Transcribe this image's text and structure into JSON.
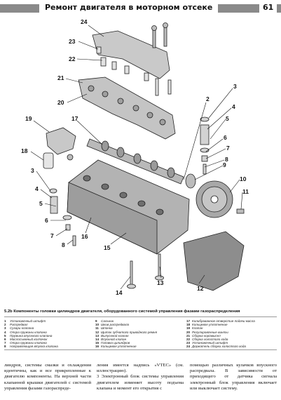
{
  "header": {
    "title": "Ремонт двигателя в моторном отсеке",
    "page_number": "61"
  },
  "diagram": {
    "figure_id": "5.2b",
    "caption": "5.2b Компоненты головки цилиндров двигателя, оборудованного системой управления фазами газораспределения",
    "callouts": [
      "24",
      "23",
      "22",
      "21",
      "20",
      "19",
      "18",
      "17",
      "3",
      "2",
      "4",
      "5",
      "6",
      "7",
      "8",
      "9",
      "10",
      "11",
      "12",
      "13",
      "14",
      "15",
      "16",
      "3",
      "4",
      "5",
      "6",
      "7",
      "8"
    ]
  },
  "legend": [
    [
      {
        "n": "1",
        "t": "Установочный штифт"
      },
      {
        "n": "2",
        "t": "Распредвал"
      },
      {
        "n": "3",
        "t": "Сухари клапана"
      },
      {
        "n": "4",
        "t": "Опора пружины клапана"
      },
      {
        "n": "5",
        "t": "Пружина впускного клапана"
      },
      {
        "n": "6",
        "t": "Маслосъемный колпачок"
      },
      {
        "n": "7",
        "t": "Опора пружины клапана"
      },
      {
        "n": "8",
        "t": "Направляющая втулка клапана"
      }
    ],
    [
      {
        "n": "9",
        "t": "Сальник"
      },
      {
        "n": "10",
        "t": "Шкив распредвала"
      },
      {
        "n": "11",
        "t": "Шпонка"
      },
      {
        "n": "12",
        "t": "Щиток зубчатого приводного ремня"
      },
      {
        "n": "13",
        "t": "Выпускной клапан"
      },
      {
        "n": "14",
        "t": "Впускной клапан"
      },
      {
        "n": "15",
        "t": "Головка цилиндров"
      },
      {
        "n": "16",
        "t": "Кольцевое уплотнение"
      }
    ],
    [
      {
        "n": "17",
        "t": "Калиброванное отверстие подачи масла"
      },
      {
        "n": "18",
        "t": "Кольцевое уплотнение"
      },
      {
        "n": "19",
        "t": "Клапан"
      },
      {
        "n": "20",
        "t": "Регулировочные винты"
      },
      {
        "n": "21",
        "t": "Сборка коромысел"
      },
      {
        "n": "22",
        "t": "Сборка холостого хода"
      },
      {
        "n": "23",
        "t": "Установочный штифт"
      },
      {
        "n": "24",
        "t": "Держатель сборки холостого хода"
      }
    ]
  ],
  "body_text": [
    "линдров, системы смазки и охлаждения идентичны, как и все прикрепленные к двигателю компоненты. На верхней части клапанной крышки двигателей с системой управления фазами газораспреде-",
    "ления имеется надпись «VTEC» (см. иллюстрацию).\n3 Электронный блок системы управления двигателем изменяет высоту подъема клапана и момент его открытия с",
    "помощью различных кулачков впускного распредвала. В зависимости от приходящего от датчика сигнала электронный блок управления включает или выключает систему."
  ]
}
